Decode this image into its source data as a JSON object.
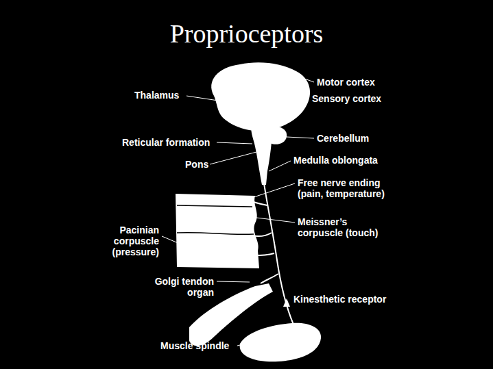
{
  "diagram": {
    "title": "Proprioceptors",
    "labels": [
      "Motor cortex",
      "Thalamus",
      "Sensory cortex",
      "Reticular formation",
      "Cerebellum",
      "Pons",
      "Medulla oblongata",
      "Free nerve ending (pain, temperature)",
      "Meissner’s corpuscle (touch)",
      "Pacinian corpuscle (pressure)",
      "Golgi tendon organ",
      "Kinesthetic receptor",
      "Muscle spindle"
    ]
  }
}
